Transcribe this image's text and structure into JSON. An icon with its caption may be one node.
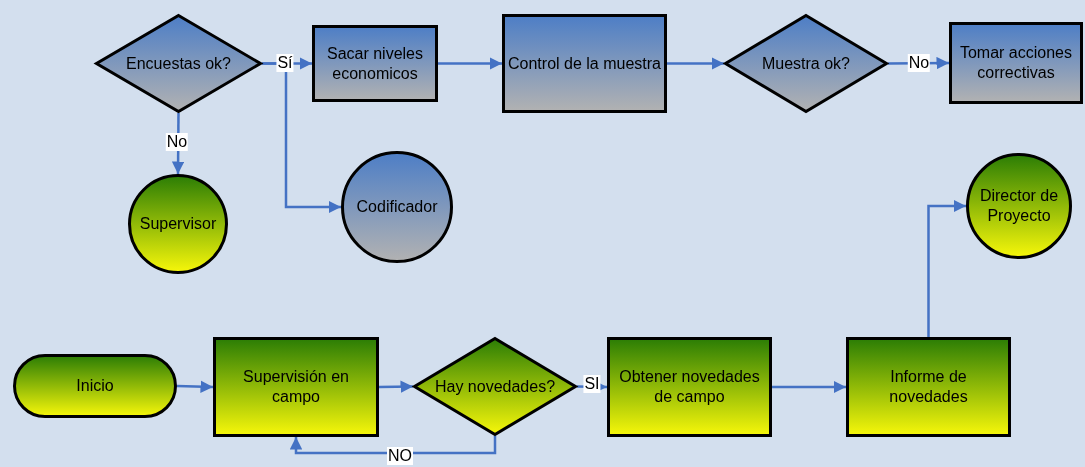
{
  "diagram": {
    "nodes": [
      {
        "text": [
          "Encuestas ok?"
        ]
      },
      {
        "text": [
          "Sacar niveles economicos"
        ]
      },
      {
        "text": [
          "Control de la muestra"
        ]
      },
      {
        "text": [
          "Muestra ok?"
        ]
      },
      {
        "text": [
          "Tomar acciones correctivas"
        ]
      },
      {
        "text": [
          "Supervisor"
        ]
      },
      {
        "text": [
          "Codificador"
        ]
      },
      {
        "text": [
          "Director de Proyecto"
        ]
      },
      {
        "text": [
          "Inicio"
        ]
      },
      {
        "text": [
          "Supervisión en campo"
        ]
      },
      {
        "text": [
          "Hay novedades?"
        ]
      },
      {
        "text": [
          "Obtener novedades de campo"
        ]
      },
      {
        "text": [
          "Informe de novedades"
        ]
      }
    ],
    "edges": [
      {
        "from": 0,
        "to": 1,
        "arrow": "to",
        "label": "Sí"
      },
      {
        "from": 0,
        "to": 6,
        "arrow": "to"
      },
      {
        "from": 0,
        "to": 5,
        "arrow": "to",
        "label": "No"
      },
      {
        "from": 1,
        "to": 2,
        "arrow": "to"
      },
      {
        "from": 2,
        "to": 3,
        "arrow": "to"
      },
      {
        "from": 3,
        "to": 4,
        "arrow": "to",
        "label": "No"
      },
      {
        "from": 8,
        "to": 9,
        "arrow": "to"
      },
      {
        "from": 9,
        "to": 10,
        "arrow": "to"
      },
      {
        "from": 10,
        "to": 11,
        "arrow": "to",
        "label": "SI"
      },
      {
        "from": 10,
        "to": 9,
        "arrow": "to",
        "label": "NO"
      },
      {
        "from": 11,
        "to": 12,
        "arrow": "to"
      },
      {
        "from": 12,
        "to": 7,
        "arrow": "to"
      }
    ]
  }
}
